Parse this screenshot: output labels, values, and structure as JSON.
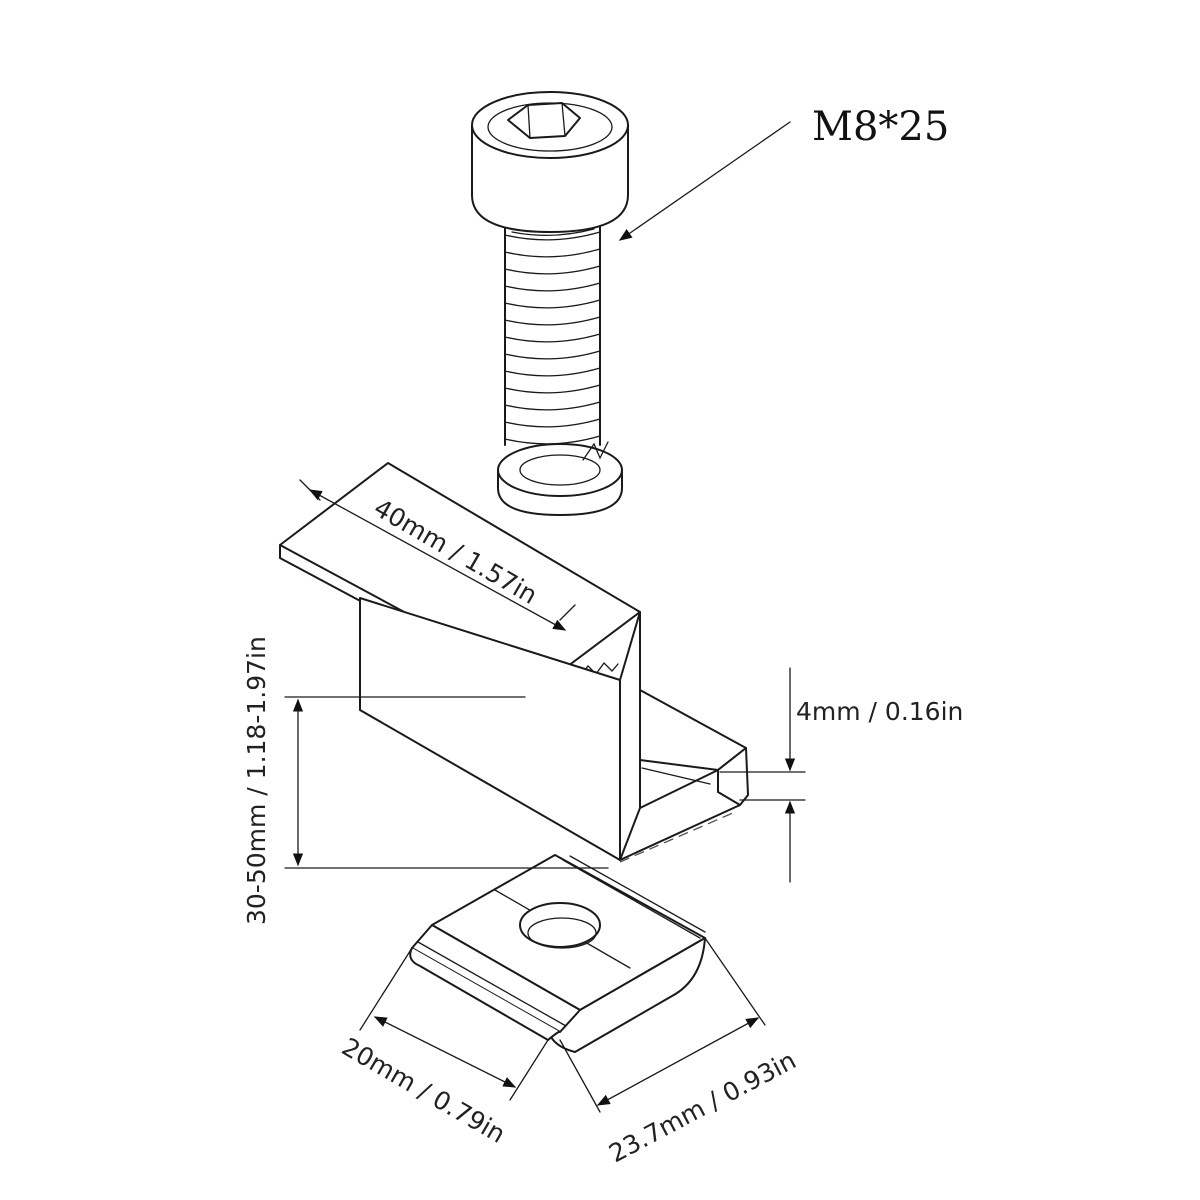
{
  "labels": {
    "bolt_size": "M8*25",
    "length_top": "40mm / 1.57in",
    "height_range": "30-50mm / 1.18-1.97in",
    "thickness": "4mm / 0.16in",
    "nut_width": "20mm / 0.79in",
    "nut_length": "23.7mm / 0.93in"
  },
  "colors": {
    "line": "#1a1a1a",
    "background": "#ffffff"
  }
}
